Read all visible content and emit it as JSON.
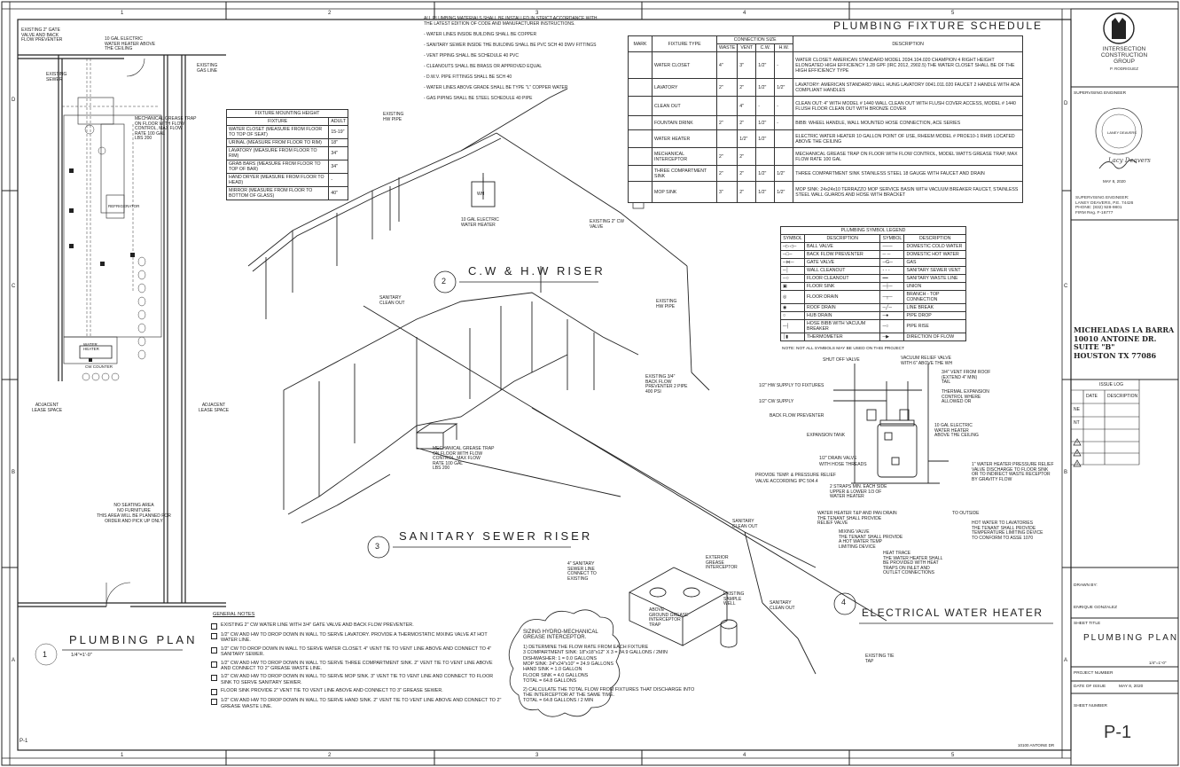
{
  "border": {
    "columns": [
      "1",
      "2",
      "3",
      "4",
      "5"
    ],
    "rows": [
      "D",
      "C",
      "B",
      "A"
    ]
  },
  "sheet_tag": "P-1",
  "address_footer": "10100 ANTOINE DR",
  "title_block": {
    "company": [
      "INTERSECTION",
      "CONSTRUCTION",
      "GROUP"
    ],
    "company_sub": "P. RODRIGUEZ",
    "supervising_engineer_label": "SUPERVISING ENGINEER",
    "seal_text": "LANEY DEAVERS",
    "signature": "Lacy Deavers",
    "seal_date": "MAY 8, 2020",
    "engineer_lines": [
      "SUPERVISING ENGINEER:",
      "LANEY DEAVERS, P.E. 74426",
      "PHONE: (832) 928-9801",
      "FIRM Reg. F-16777"
    ],
    "project_lines": [
      "MICHELADAS LA BARRA",
      "10010 ANTOINE DR.",
      "SUITE \"B\"",
      "HOUSTON TX 77086"
    ],
    "issue_log_label": "ISSUE LOG",
    "issue_cols": [
      "DATE",
      "DESCRIPTION"
    ],
    "issue_rows": [
      "NE",
      "NT",
      "1",
      "2",
      "3"
    ],
    "drawn_by_label": "DRAWN BY:",
    "drawn_by": "ENRIQUE GONZALEZ",
    "sheet_title_label": "SHEET TITLE",
    "sheet_title": "PLUMBING PLAN",
    "scale": "1/4\"=1'-0\"",
    "project_number_label": "PROJECT NUMBER",
    "date_label": "DATE OF ISSUE",
    "date_value": "MAY 8, 2020",
    "sheet_number_label": "SHEET NUMBER",
    "sheet_number": "P-1"
  },
  "plan": {
    "label_top_left": [
      "EXISTING 2\" GATE",
      "VALVE AND BACK",
      "FLOW PREVENTER"
    ],
    "label_wh": [
      "10 GAL ELECTRIC",
      "WATER HEATER ABOVE",
      "THE CEILING"
    ],
    "label_interceptor": [
      "MECHANICAL GREASE TRAP",
      "ON FLOOR WITH FLOW",
      "CONTROL, MAX FLOW",
      "RATE 100 GAL",
      "LBS 200"
    ],
    "label_ext1": [
      "EXISTING",
      "SEWER"
    ],
    "label_ext2": [
      "EXISTING",
      "GAS LINE"
    ],
    "refrigerator": "REFRIGERATOR",
    "water_heater_box": [
      "WATER",
      "HEATER"
    ],
    "adjacent_left": [
      "ADJACENT",
      "LEASE SPACE"
    ],
    "adjacent_right": [
      "ADJACENT",
      "LEASE SPACE"
    ],
    "no_seating": [
      "NO SEATING AREA",
      "NO FURNITURE",
      "THIS AREA WILL BE PLANNED FOR",
      "ORDER AND PICK UP ONLY"
    ],
    "title": "PLUMBING PLAN",
    "number": "1",
    "scale": "1/4\"=1'-0\"",
    "cw_counter": "CW COUNTER"
  },
  "top_notes": [
    "ALL PLUMBING MATERIALS SHALL BE INSTALLED IN STRICT ACCORDANCE WITH",
    "THE LATEST EDITION OF CODE AND MANUFACTURER INSTRUCTIONS.",
    "  - WATER LINES INSIDE BUILDING SHALL BE COPPER",
    "  - SANITARY SEWER INSIDE THE BUILDING SHALL BE PVC SCH 40 DWV FITTINGS",
    "  - VENT PIPING SHALL BE SCHEDULE 40 PVC",
    "  - CLEANOUTS SHALL BE BRASS OR APPROVED EQUAL",
    "  - D.W.V. PIPE FITTINGS SHALL BE SCH 40",
    "  - WATER LINES ABOVE GRADE SHALL BE TYPE \"L\" COPPER WATER",
    "  - GAS PIPING SHALL BE STEEL SCHEDULE 40 PIPE"
  ],
  "mount_table": {
    "title": "FIXTURE MOUNTING HEIGHT",
    "cols": [
      "FIXTURE",
      "ADULT"
    ],
    "rows": [
      [
        "WATER CLOSET (MEASURE FROM FLOOR TO TOP OF SEAT)",
        "15-19\""
      ],
      [
        "URINAL (MEASURE FROM FLOOR TO RIM)",
        "18\""
      ],
      [
        "LAVATORY (MEASURE FROM FLOOR TO RIM)",
        "34\""
      ],
      [
        "GRAB BARS (MEASURE FROM FLOOR TO TOP OF BAR)",
        "34\""
      ],
      [
        "HAND DRYER (MEASURE FROM FLOOR TO HEAD)",
        "-"
      ],
      [
        "MIRROR (MEASURE FROM FLOOR TO BOTTOM OF GLASS)",
        "40\""
      ]
    ]
  },
  "cw_riser": {
    "number": "2",
    "title": "C.W & H.W RISER",
    "wh_label": [
      "10 GAL ELECTRIC",
      "WATER HEATER"
    ],
    "wh": "WH",
    "ext_cw": [
      "EXISTING 2\" CW",
      "VALVE"
    ],
    "ext_hw": [
      "EXISTING",
      "HW PIPE"
    ],
    "backflow": [
      "EXISTING 3/4\"",
      "BACK FLOW",
      "PREVENTER 2 PIPE",
      "400 PSI"
    ]
  },
  "sewer_riser": {
    "number": "3",
    "title": "SANITARY SEWER RISER",
    "interceptor": [
      "MECHANICAL GREASE TRAP",
      "ON FLOOR WITH FLOW",
      "CONTROL, MAX FLOW",
      "RATE 100 GAL",
      "LBS 200"
    ],
    "cleanout": [
      "SANITARY",
      "CLEAN OUT"
    ],
    "gas": [
      "EXISTING",
      "HW PIPE"
    ],
    "floor_co": [
      "SANITARY",
      "CLEAN OUT"
    ]
  },
  "grease": {
    "label1": [
      "ABOVE",
      "GROUND GREASE",
      "INTERCEPTOR",
      "TRAP"
    ],
    "label2": [
      "4\" SANITARY",
      "SEWER LINE",
      "CONNECT TO",
      "EXISTING"
    ],
    "label3": [
      "EXISTING",
      "SAMPLE",
      "WELL"
    ],
    "label4": [
      "EXTERIOR",
      "GREASE",
      "INTERCEPTOR"
    ],
    "label5": [
      "SANITARY",
      "CLEAN OUT"
    ],
    "label6": [
      "EXISTING TIE",
      "TAP"
    ]
  },
  "fixture_schedule": {
    "title": "PLUMBING FIXTURE SCHEDULE",
    "header_conn": "CONNECTION SIZE",
    "cols": [
      "MARK",
      "FIXTURE TYPE",
      "WASTE",
      "VENT",
      "C.W.",
      "H.W.",
      "DESCRIPTION"
    ],
    "rows": [
      [
        "",
        "WATER CLOSET",
        "4\"",
        "3\"",
        "1/2\"",
        "-",
        "WATER CLOSET: AMERICAN STANDARD MODEL 2034.104.020 CHAMPION 4 RIGHT HEIGHT ELONGATED HIGH EFFICIENCY 1.28 GPF (IRC 2012, 2902.5) THE WATER CLOSET SHALL BE OF THE HIGH EFFICIENCY TYPE"
      ],
      [
        "",
        "LAVATORY",
        "2\"",
        "2\"",
        "1/2\"",
        "1/2\"",
        "LAVATORY: AMERICAN STANDARD WALL HUNG LAVATORY 0041.011.020 FAUCET 2 HANDLE WITH ADA COMPLIANT HANDLES"
      ],
      [
        "",
        "CLEAN OUT",
        "",
        "4\"",
        "-",
        "-",
        "CLEAN OUT: 4\" WITH MODEL # 1440 WALL CLEAN OUT WITH FLUSH COVER ACCESS, MODEL # 1440 FLUSH FLOOR CLEAN OUT WITH BRONZE COVER"
      ],
      [
        "",
        "FOUNTAIN DRINK",
        "2\"",
        "2\"",
        "1/2\"",
        "-",
        "BIBB: WHEEL HANDLE, WALL MOUNTED HOSE CONNECTION, ACE SERIES"
      ],
      [
        "",
        "WATER HEATER",
        "",
        "1/2\"",
        "1/2\"",
        "",
        "ELECTRIC WATER HEATER 10 GALLON POINT OF USE, RHEEM MODEL # PROE10-1 RH95 LOCATED ABOVE THE CEILING"
      ],
      [
        "",
        "MECHANICAL INTERCEPTOR",
        "2\"",
        "2\"",
        "",
        "",
        "MECHANICAL GREASE TRAP ON FLOOR WITH FLOW CONTROL, MODEL WATTS GREASE TRAP, MAX FLOW RATE 100 GAL"
      ],
      [
        "",
        "THREE COMPARTMENT SINK",
        "2\"",
        "2\"",
        "1/2\"",
        "1/2\"",
        "THREE COMPARTMENT SINK STAINLESS STEEL 18 GAUGE WITH FAUCET AND DRAIN"
      ],
      [
        "",
        "MOP SINK",
        "3\"",
        "2\"",
        "1/2\"",
        "1/2\"",
        "MOP SINK: 24x24x10 TERRAZZO MOP SERVICE BASIN WITH VACUUM BREAKER FAUCET, STAINLESS STEEL WALL GUARDS AND HOSE WITH BRACKET"
      ]
    ]
  },
  "symbol_legend": {
    "title": "PLUMBING SYMBOL LEGEND",
    "cols": [
      "SYMBOL",
      "DESCRIPTION",
      "SYMBOL",
      "DESCRIPTION"
    ],
    "rows": [
      [
        "BALL VALVE",
        "DOMESTIC COLD WATER"
      ],
      [
        "BACK FLOW PREVENTER",
        "DOMESTIC HOT WATER"
      ],
      [
        "GATE VALVE",
        "GAS"
      ],
      [
        "WALL CLEANOUT",
        "SANITARY SEWER VENT"
      ],
      [
        "FLOOR CLEANOUT",
        "SANITARY WASTE LINE"
      ],
      [
        "FLOOR SINK",
        "UNION"
      ],
      [
        "FLOOR DRAIN",
        "BRANCH - TOP CONNECTION"
      ],
      [
        "ROOF DRAIN",
        "LINE BREAK"
      ],
      [
        "HUB DRAIN",
        "PIPE DROP"
      ],
      [
        "HOSE BIBB WITH VACUUM BREAKER",
        "PIPE RISE"
      ],
      [
        "THERMOMETER",
        "DIRECTION OF FLOW"
      ]
    ],
    "note": "NOTE: NOT ALL SYMBOLS MAY BE USED ON THIS PROJECT"
  },
  "ewh": {
    "number": "4",
    "title": "ELECTRICAL WATER HEATER",
    "labels": {
      "shutoff": "SHUT OFF VALVE",
      "hw_supply": "1/2\" HW SUPPLY TO FIXTURES",
      "cw_supply": "1/2\" CW SUPPLY",
      "backflow": "BACK FLOW PREVENTER",
      "exp_tank": "EXPANSION TANK",
      "wh_note": [
        "10 GAL ELECTRIC",
        "WATER HEATER",
        "ABOVE THE CEILING"
      ],
      "vacuum": [
        "VACUUM RELIEF VALVE",
        "WITH 6\" ABOVE THE WH"
      ],
      "roof": [
        "3/4\" VENT FROM ROOF",
        "(EXTEND 4\" MIN)",
        "TAIL"
      ],
      "thermal": [
        "THERMAL EXPANSION CONTROL WHERE ALLOWED OR"
      ],
      "drain_valve": "1/2\" DRAIN VALVE WITH HOSE THREADS",
      "provide": "PROVIDE TEMP. & PRESSURE RELIEF VALVE ACCORDING IPC 504.4",
      "straps": [
        "2 STRAPS MIN. EACH SIDE",
        "UPPER & LOWER 1/3 OF",
        "WATER HEATER"
      ],
      "tp": [
        "1\" WATER HEATER PRESSURE RELIEF",
        "VALVE DISCHARGE TO FLOOR SINK",
        "OR TO INDIRECT WASTE RECEPTOR",
        "BY GRAVITY FLOW"
      ],
      "wh_tp": [
        "WATER HEATER T&P AND PAN DRAIN",
        "THE TENANT SHALL PROVIDE",
        "RELIEF VALVE"
      ],
      "mixing": [
        "MIXING VALVE",
        "THE TENANT SHALL PROVIDE",
        "A HOT WATER TEMP",
        "LIMITING DEVICE"
      ],
      "outside": "TO OUTSIDE",
      "lav_note": [
        "HOT WATER TO LAVATORIES",
        "THE TENANT SHALL PROVIDE",
        "TEMPERATURE LIMITING DEVICE",
        "TO CONFORM TO ASSE 1070"
      ],
      "heat_trace": [
        "HEAT TRACE",
        "THE WATER HEATER SHALL",
        "BE PROVIDED WITH HEAT",
        "TRAPS ON INLET AND",
        "OUTLET CONNECTIONS"
      ]
    }
  },
  "general_notes": {
    "title": "GENERAL NOTES",
    "items": [
      "EXISTING 2\" CW WATER LINE WITH 3/4\" GATE VALVE AND BACK FLOW PREVENTER.",
      "1/2\" CW AND HW TO DROP DOWN IN WALL TO SERVE LAVATORY. PROVIDE A THERMOSTATIC MIXING VALVE AT HOT WATER LINE.",
      "1/2\" CW TO DROP DOWN IN WALL TO SERVE WATER CLOSET. 4\" VENT TIE TO VENT LINE ABOVE AND CONNECT TO 4\" SANITARY SEWER.",
      "1/2\" CW AND HW TO DROP DOWN IN WALL TO SERVE THREE COMPARTMENT SINK. 2\" VENT TIE TO VENT LINE ABOVE AND CONNECT TO 2\" GREASE WASTE LINE.",
      "1/2\" CW AND HW TO DROP DOWN IN WALL TO SERVE MOP SINK. 3\" VENT TIE TO VENT LINE AND CONNECT TO FLOOR SINK TO SERVE SANITARY SEWER.",
      "FLOOR SINK PROVIDE 2\" VENT TIE TO VENT LINE ABOVE AND CONNECT TO 3\" GREASE SEWER.",
      "1/2\" CW AND HW TO DROP DOWN IN WALL TO SERVE HAND SINK. 2\" VENT TIE TO VENT LINE ABOVE AND CONNECT TO 2\" GREASE WASTE LINE."
    ]
  },
  "sizing": {
    "title": [
      "SIZING HYDRO-MECHANICAL",
      "GREASE INTERCEPTOR."
    ],
    "lines": [
      "1) DETERMINE THE FLOW RATE FROM EACH FIXTURE",
      "   3 COMPARTMENT SINK: 18\"x18\"x12\" X 3 = 34.9 GALLONS / 2MIN",
      "   DISHWASHER: 1 = 0.0 GALLONS",
      "   MOP SINK: 24\"x24\"x10\" = 24.9 GALLONS",
      "   HAND SINK = 1.0 GALLON",
      "   FLOOR SINK = 4.0 GALLONS",
      "   TOTAL = 64.8 GALLONS",
      "2) CALCULATE THE TOTAL FLOW FROM FIXTURES THAT DISCHARGE INTO",
      "   THE INTERCEPTOR AT THE SAME TIME.",
      "   TOTAL = 64.8 GALLONS / 2 MIN"
    ]
  },
  "colors": {
    "ink": "#222222",
    "paper": "#ffffff"
  }
}
